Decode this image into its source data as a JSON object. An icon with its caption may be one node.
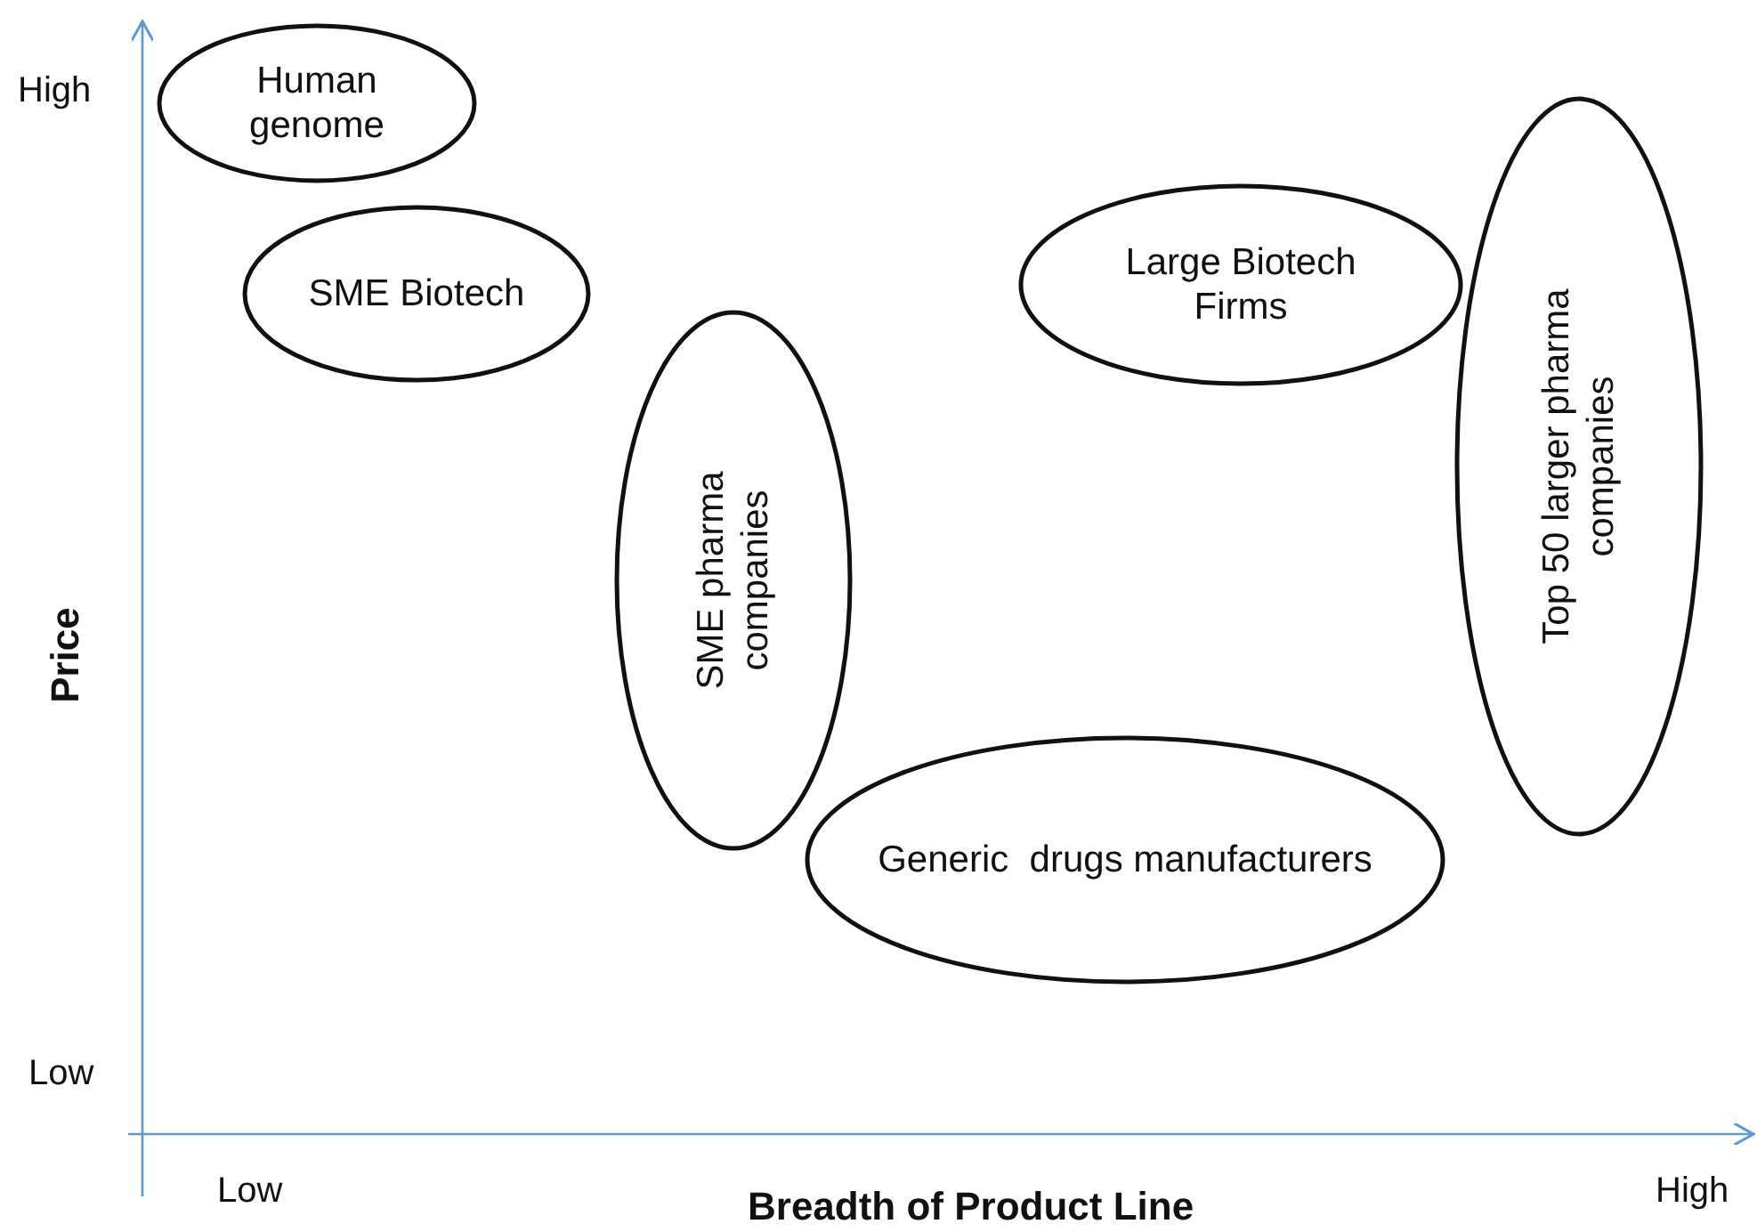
{
  "diagram": {
    "nodes": [
      {
        "text": [
          "Human genome"
        ]
      },
      {
        "text": [
          "SME Biotech"
        ]
      },
      {
        "text": [
          "Large Biotech Firms"
        ]
      },
      {
        "text": [
          "SME pharma companies"
        ]
      },
      {
        "text": [
          "Top 50 larger pharma companies"
        ]
      },
      {
        "text": [
          "Generic  drugs manufacturers"
        ]
      }
    ],
    "edges": [],
    "labels": [
      "High",
      "Price",
      "Low",
      "Low",
      "Breadth of Product Line",
      "High"
    ]
  }
}
